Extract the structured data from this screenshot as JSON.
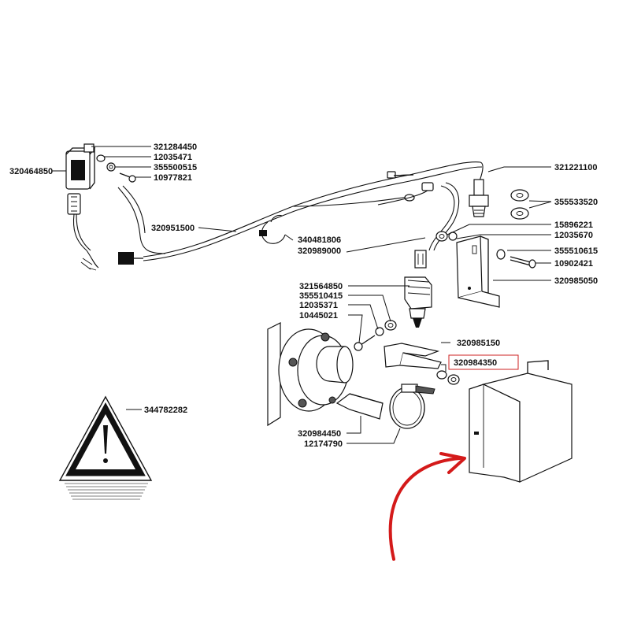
{
  "labels": {
    "p321284450": "321284450",
    "p12035471": "12035471",
    "p320464850": "320464850",
    "p355500515": "355500515",
    "p10977821": "10977821",
    "p321221100": "321221100",
    "p355533520": "355533520",
    "p320951500": "320951500",
    "p15896221": "15896221",
    "p12035670": "12035670",
    "p340481806": "340481806",
    "p320989000": "320989000",
    "p355510615": "355510615",
    "p10902421": "10902421",
    "p321564850": "321564850",
    "p320985050": "320985050",
    "p355510415": "355510415",
    "p12035371": "12035371",
    "p10445021": "10445021",
    "p320985150": "320985150",
    "p320984350": "320984350",
    "p344782282": "344782282",
    "p320984450": "320984450",
    "p12174790": "12174790"
  },
  "colors": {
    "ink": "#111111",
    "highlight_box": "#cc2222",
    "arrow": "#d41a1a"
  },
  "highlighted_part": "320984350"
}
